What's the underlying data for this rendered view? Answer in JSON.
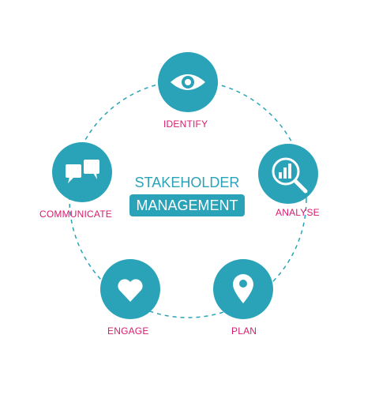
{
  "title": {
    "line1": "STAKEHOLDER",
    "line2": "MANAGEMENT"
  },
  "stages": [
    {
      "label": "IDENTIFY",
      "icon": "eye-icon"
    },
    {
      "label": "ANALYSE",
      "icon": "magnifier-chart-icon"
    },
    {
      "label": "PLAN",
      "icon": "location-pin-icon"
    },
    {
      "label": "ENGAGE",
      "icon": "heart-icon"
    },
    {
      "label": "COMMUNICATE",
      "icon": "speech-bubbles-icon"
    }
  ],
  "colors": {
    "circle": "#2aa3b8",
    "label": "#d81b6e",
    "ring": "#2aa3b8"
  },
  "stock_id": "305216596"
}
